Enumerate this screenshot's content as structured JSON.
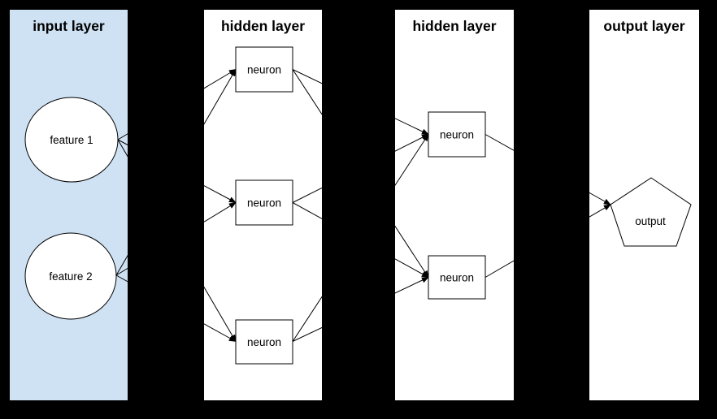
{
  "colors": {
    "background": "#000000",
    "input_panel_fill": "#cfe2f3",
    "panel_fill": "#ffffff",
    "node_fill": "#ffffff",
    "stroke": "#000000"
  },
  "layers": [
    {
      "id": "input",
      "title": "input layer"
    },
    {
      "id": "hidden1",
      "title": "hidden layer"
    },
    {
      "id": "hidden2",
      "title": "hidden layer"
    },
    {
      "id": "output",
      "title": "output layer"
    }
  ],
  "nodes": {
    "feature1": {
      "label": "feature 1",
      "shape": "circle",
      "layer": "input"
    },
    "feature2": {
      "label": "feature 2",
      "shape": "circle",
      "layer": "input"
    },
    "h1n1": {
      "label": "neuron",
      "shape": "rect",
      "layer": "hidden1"
    },
    "h1n2": {
      "label": "neuron",
      "shape": "rect",
      "layer": "hidden1"
    },
    "h1n3": {
      "label": "neuron",
      "shape": "rect",
      "layer": "hidden1"
    },
    "h2n1": {
      "label": "neuron",
      "shape": "rect",
      "layer": "hidden2"
    },
    "h2n2": {
      "label": "neuron",
      "shape": "rect",
      "layer": "hidden2"
    },
    "output1": {
      "label": "output",
      "shape": "pentagon",
      "layer": "output"
    }
  },
  "connections": [
    {
      "from": "feature1",
      "to": "h1n1"
    },
    {
      "from": "feature1",
      "to": "h1n2"
    },
    {
      "from": "feature1",
      "to": "h1n3"
    },
    {
      "from": "feature2",
      "to": "h1n1"
    },
    {
      "from": "feature2",
      "to": "h1n2"
    },
    {
      "from": "feature2",
      "to": "h1n3"
    },
    {
      "from": "h1n1",
      "to": "h2n1"
    },
    {
      "from": "h1n1",
      "to": "h2n2"
    },
    {
      "from": "h1n2",
      "to": "h2n1"
    },
    {
      "from": "h1n2",
      "to": "h2n2"
    },
    {
      "from": "h1n3",
      "to": "h2n1"
    },
    {
      "from": "h1n3",
      "to": "h2n2"
    },
    {
      "from": "h2n1",
      "to": "output1"
    },
    {
      "from": "h2n2",
      "to": "output1"
    }
  ]
}
